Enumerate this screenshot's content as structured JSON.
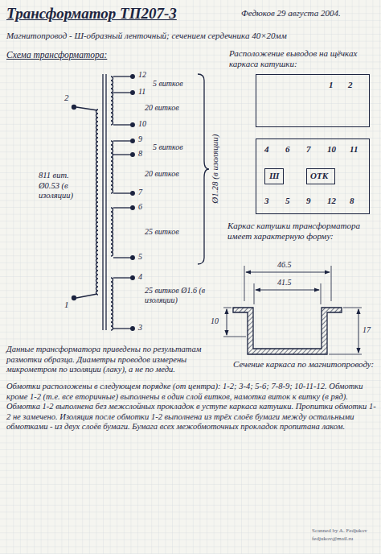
{
  "diagram": {
    "title": "Трансформатор ТП207-3",
    "nodes": [
      {
        "text": [
          "1",
          "2"
        ]
      },
      {
        "text": [
          "4",
          "6",
          "7",
          "10",
          "11",
          "3",
          "5",
          "9",
          "12",
          "8"
        ]
      },
      {
        "text": [
          "Ш"
        ],
        "in": 1
      },
      {
        "text": [
          "ОТК"
        ],
        "in": 1
      }
    ],
    "edges": [],
    "labels": [
      "Федюков 29 августа 2004.",
      "Магнитопровод - Ш-образный ленточный; сечением сердечника 40×20мм",
      "Схема трансформатора:",
      "12",
      "5 витков",
      "11",
      "20 витков",
      "10",
      "2",
      "9",
      "5 витков",
      "8",
      "20 витков",
      "7",
      "Ø1.28 (в изоляции)",
      "6",
      "811 вит. Ø0.53 (в изоляции)",
      "25 витков",
      "5",
      "4",
      "1",
      "25 витков Ø1.6 (в изоляции)",
      "3",
      "Расположение выводов на щёчках каркаса катушки:",
      "Каркас катушки трансформатора имеет характерную форму:",
      "46.5",
      "41.5",
      "10",
      "17",
      "Сечение каркаса по магнитопроводу:",
      "Данные трансформатора приведены по результатам размотки образца. Диаметры проводов измерены микрометром по изоляции (лаку), а не по меди.",
      "Обмотки расположены в следующем порядке (от центра): 1-2; 3-4; 5-6; 7-8-9; 10-11-12. Обмотки кроме 1-2 (т.е. все вторичные) выполнены в один слой витков, намотка виток к витку (в ряд). Обмотка 1-2 выполнена без межслойных прокладок в уступе каркаса катушки. Пропитки обмотки 1-2 не замечено. Изоляция после обмотки 1-2 выполнена из трёх слоёв бумаги между остальными обмотками - из двух слоёв бумаги. Бумага всех межобмоточных прокладок пропитана лаком.",
      "Scanned by A. Fedjukov",
      "fedjukov@mail.ru"
    ]
  }
}
